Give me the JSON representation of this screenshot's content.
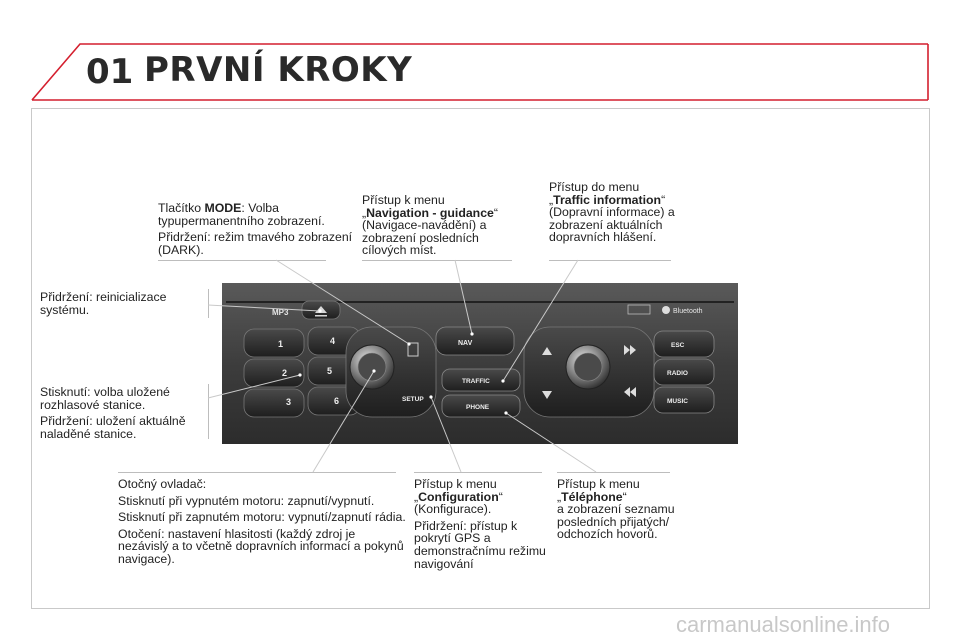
{
  "header": {
    "chapter_number": "01",
    "chapter_title": "PRVNÍ KROKY",
    "accent_color": "#d41f2e"
  },
  "annotations": {
    "mode": {
      "prefix": "Tlačítko ",
      "bold": "MODE",
      "rest": ": Volba typupermanentního zobrazení.",
      "hold": "Přidržení: režim tmavého zobrazení (DARK)."
    },
    "navigation": {
      "intro": "Přístup k menu",
      "open_quote": "„",
      "bold": "Navigation - guidance",
      "close_quote": "“",
      "rest": "(Navigace-navádění) a zobrazení posledních cílových míst."
    },
    "traffic": {
      "intro": "Přístup do menu",
      "open_quote": "„",
      "bold": "Traffic information",
      "close_quote": "“",
      "rest": "(Dopravní informace) a zobrazení aktuálních dopravních hlášení."
    },
    "reset": {
      "text": "Přidržení: reinicializace systému."
    },
    "presets": {
      "press": "Stisknutí: volba uložené rozhlasové stanice.",
      "hold": "Přidržení: uložení aktuálně naladěné stanice."
    },
    "knob": {
      "title": "Otočný ovladač:",
      "p1": "Stisknutí při vypnutém motoru: zapnutí/vypnutí.",
      "p2": "Stisknutí při zapnutém motoru: vypnutí/zapnutí rádia.",
      "p3": "Otočení: nastavení hlasitosti (každý zdroj je nezávislý a to včetně dopravních informací a pokynů navigace)."
    },
    "configuration": {
      "intro": "Přístup k menu",
      "open_quote": "„",
      "bold": "Configuration",
      "close_quote": "“",
      "rest": "(Konfigurace).",
      "hold": "Přidržení: přístup k pokrytí GPS a demonstračnímu režimu navigování"
    },
    "telephone": {
      "intro": "Přístup k menu",
      "open_quote": "„",
      "bold": "Téléphone",
      "close_quote": "“",
      "rest": "a zobrazení seznamu posledních přijatých/ odchozích hovorů."
    }
  },
  "panel": {
    "mp3_label": "MP3",
    "preset_numbers": [
      "1",
      "4",
      "2",
      "5",
      "3",
      "6"
    ],
    "setup_label": "SETUP",
    "nav_label": "NAV",
    "traffic_label": "TRAFFIC",
    "phone_label": "PHONE",
    "esc_label": "ESC",
    "radio_label": "RADIO",
    "music_label": "MUSIC",
    "bluetooth_label": "Bluetooth",
    "mode_icon": "mode-page-icon",
    "eject_icon": "eject-icon",
    "cd_icon": "cd-slot-icon"
  },
  "watermark": "carmanualsonline.info"
}
